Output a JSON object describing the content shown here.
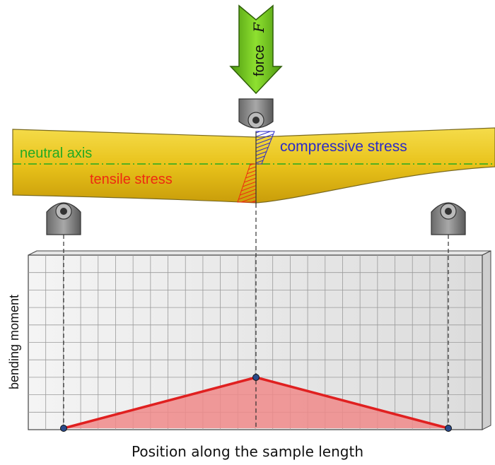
{
  "force": {
    "label": "force",
    "symbol": "F"
  },
  "beam": {
    "neutral_axis": "neutral axis",
    "compressive": "compressive stress",
    "tensile": "tensile stress"
  },
  "plot": {
    "ylabel": "bending moment",
    "xlabel": "Position along the sample length"
  },
  "colors": {
    "beam": "#e7c218",
    "force_arrow": "#6cc218",
    "neutral_axis": "#22aa22",
    "compressive": "#2a2ac8",
    "tensile": "#ee2a10",
    "moment_line": "#e02020",
    "moment_fill": "#f08a8a"
  },
  "chart_data": {
    "type": "area",
    "x": [
      0,
      0.5,
      1
    ],
    "values": [
      0,
      1,
      0
    ],
    "xlabel": "Position along the sample length",
    "ylabel": "bending moment"
  }
}
